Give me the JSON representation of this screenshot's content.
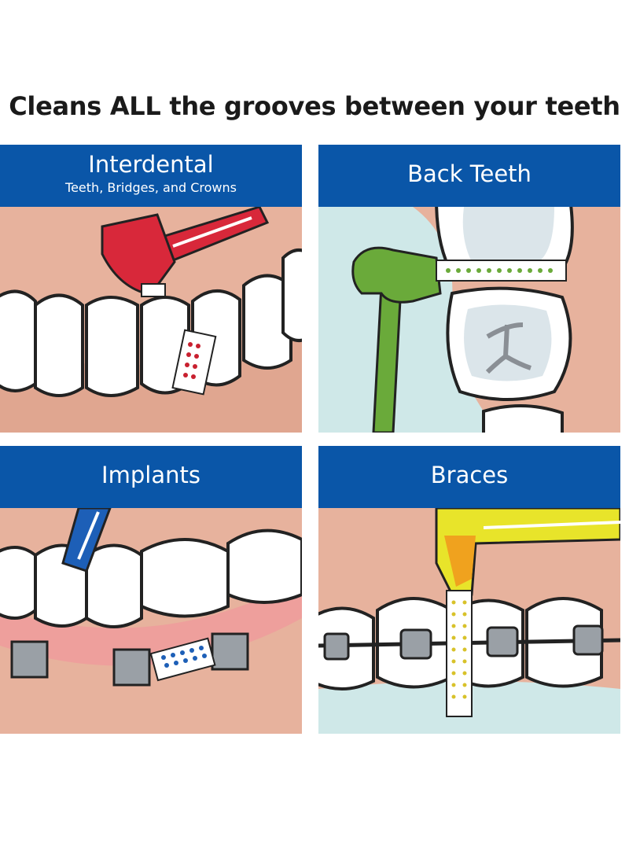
{
  "headline": "Cleans ALL the grooves between your teeth",
  "panels": [
    {
      "title": "Interdental",
      "subtitle": "Teeth, Bridges, and Crowns",
      "brush_color": "red"
    },
    {
      "title": "Back Teeth",
      "subtitle": "",
      "brush_color": "green"
    },
    {
      "title": "Implants",
      "subtitle": "",
      "brush_color": "blue"
    },
    {
      "title": "Braces",
      "subtitle": "",
      "brush_color": "yellow"
    }
  ],
  "colors": {
    "band": "#0a56a8",
    "gum": "#e7b29d",
    "mint": "#cfe8e8",
    "brush_red": "#d8283a",
    "brush_green": "#6aaa3a",
    "brush_blue": "#1d5fb7",
    "brush_yellow": "#e8e42a"
  }
}
